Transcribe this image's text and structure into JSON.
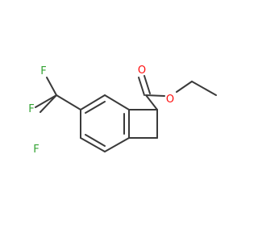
{
  "molecule": {
    "atom_labels": {
      "carbonyl_oxygen": "O",
      "ester_oxygen": "O",
      "fluorine_top": "F",
      "fluorine_left": "F",
      "fluorine_bottom": "F"
    },
    "colors": {
      "bond": "#3a3a3a",
      "oxygen": "#ff0d0d",
      "fluorine": "#33a333",
      "background": "#ffffff"
    }
  }
}
